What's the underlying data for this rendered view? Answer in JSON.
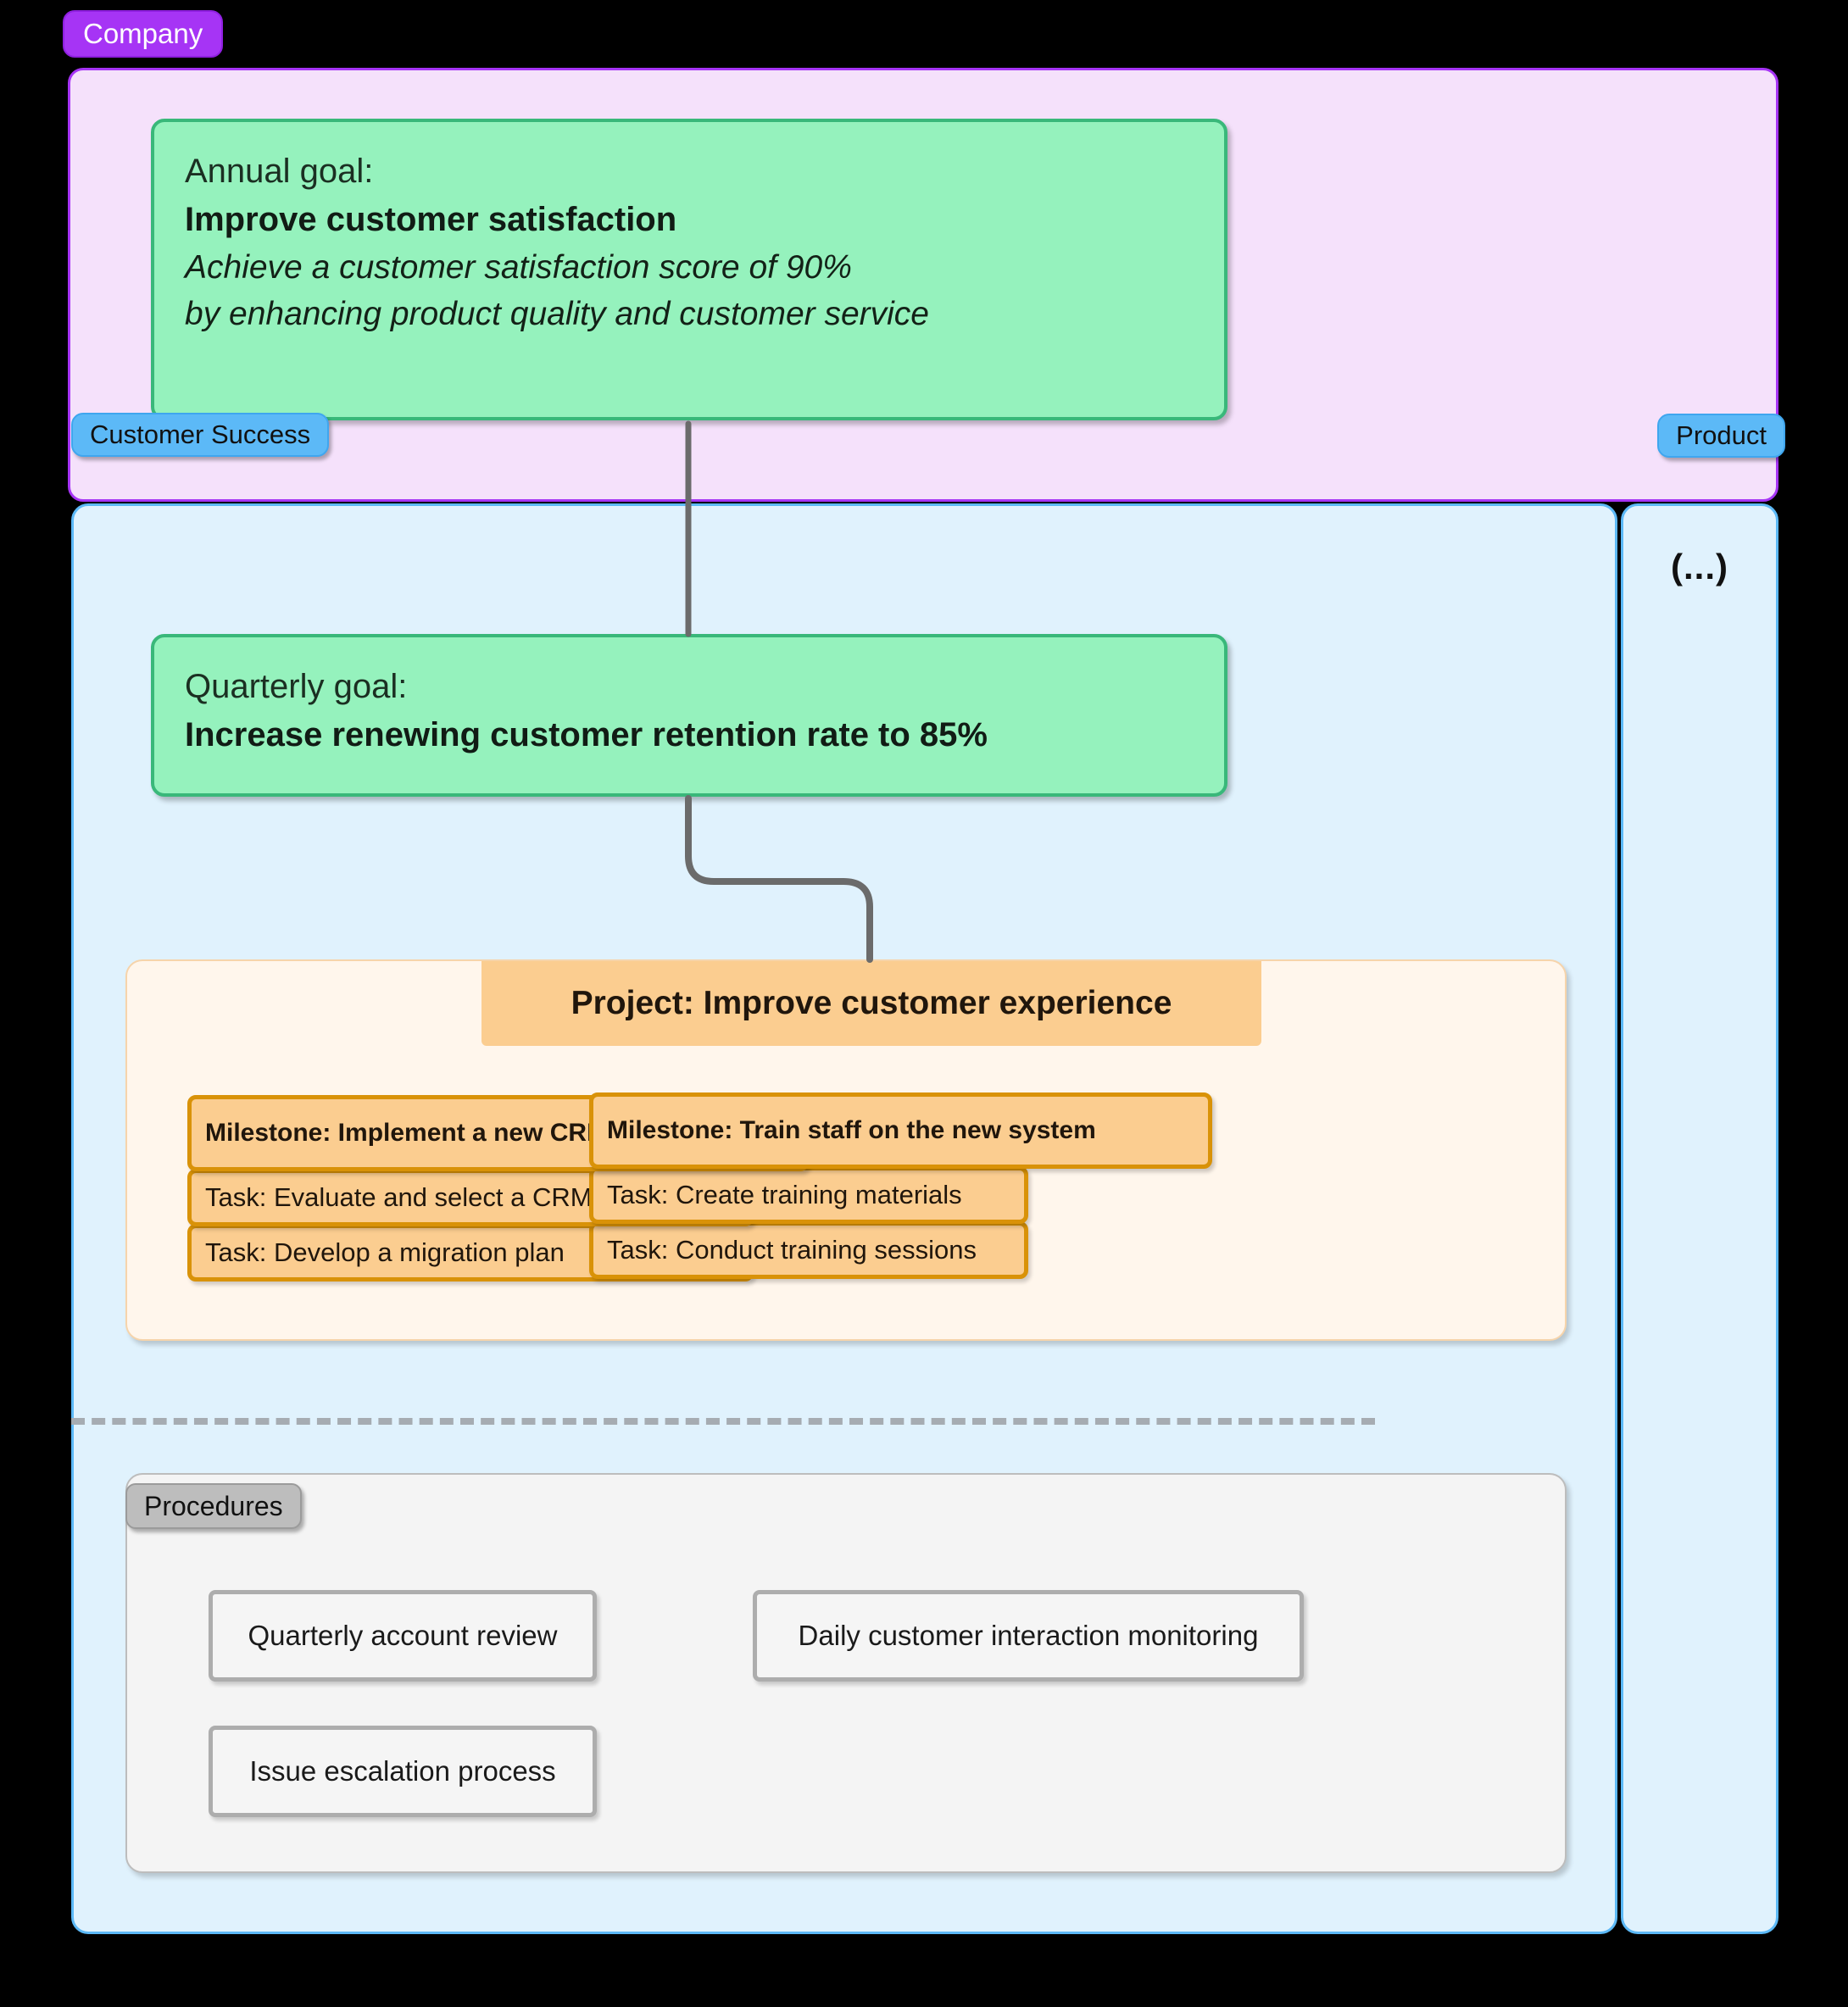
{
  "company": {
    "badge_label": "Company"
  },
  "teams": [
    {
      "badge_label": "Customer Success"
    },
    {
      "badge_label": "Product",
      "placeholder": "(...)"
    }
  ],
  "goals": {
    "annual": {
      "label": "Annual goal:",
      "title": "Improve customer satisfaction",
      "description_line1": "Achieve a customer satisfaction score of 90%",
      "description_line2": "by enhancing product quality and customer service"
    },
    "quarterly": {
      "label": "Quarterly goal:",
      "title": "Increase renewing customer retention rate to 85%"
    }
  },
  "project": {
    "title": "Project: Improve customer experience",
    "milestone_groups": [
      {
        "milestone": "Milestone: Implement a new CRM system",
        "tasks": [
          "Task: Evaluate and select a CRM platform",
          "Task: Develop a migration plan"
        ]
      },
      {
        "milestone": "Milestone: Train staff on the new system",
        "tasks": [
          "Task: Create training materials",
          "Task: Conduct training sessions"
        ]
      }
    ]
  },
  "procedures": {
    "badge_label": "Procedures",
    "items": [
      "Quarterly account review",
      "Daily customer interaction monitoring",
      "Issue escalation process"
    ]
  },
  "colors": {
    "company_accent": "#a634f5",
    "company_fill": "#f5e1fb",
    "team_accent": "#5cb9f7",
    "team_fill": "#e0f2fd",
    "goal_fill": "#95f2bd",
    "goal_border": "#39b87a",
    "project_fill": "#fff6ec",
    "milestone_fill": "#fbcd90",
    "milestone_border": "#d99208",
    "procedure_fill": "#f5f5f5",
    "procedure_border": "#adadad",
    "connector": "#6b6b6b",
    "canvas_background": "#000000"
  }
}
